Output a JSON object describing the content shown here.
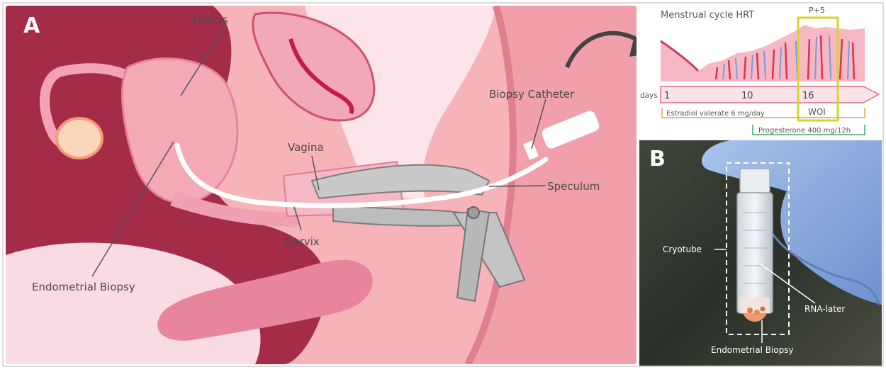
{
  "panel_a": {
    "letter": "A",
    "labels": {
      "uterus": "Uterus",
      "vagina": "Vagina",
      "cervix": "Cervix",
      "biopsy_catheter": "Biopsy Catheter",
      "speculum": "Speculum",
      "endometrial_biopsy": "Endometrial Biopsy"
    }
  },
  "timeline": {
    "title": "Menstrual cycle HRT",
    "window_label": "P+5",
    "axis_label": "days",
    "day_ticks": [
      "1",
      "10",
      "16"
    ],
    "woi_label": "WOI",
    "estradiol": "Estradiol valerate 6 mg/day",
    "progesterone": "Progesterone 400 mg/12h"
  },
  "panel_b": {
    "letter": "B",
    "labels": {
      "cryotube": "Cryotube",
      "rna_later": "RNA-later",
      "endometrial_biopsy": "Endometrial Biopsy"
    }
  }
}
